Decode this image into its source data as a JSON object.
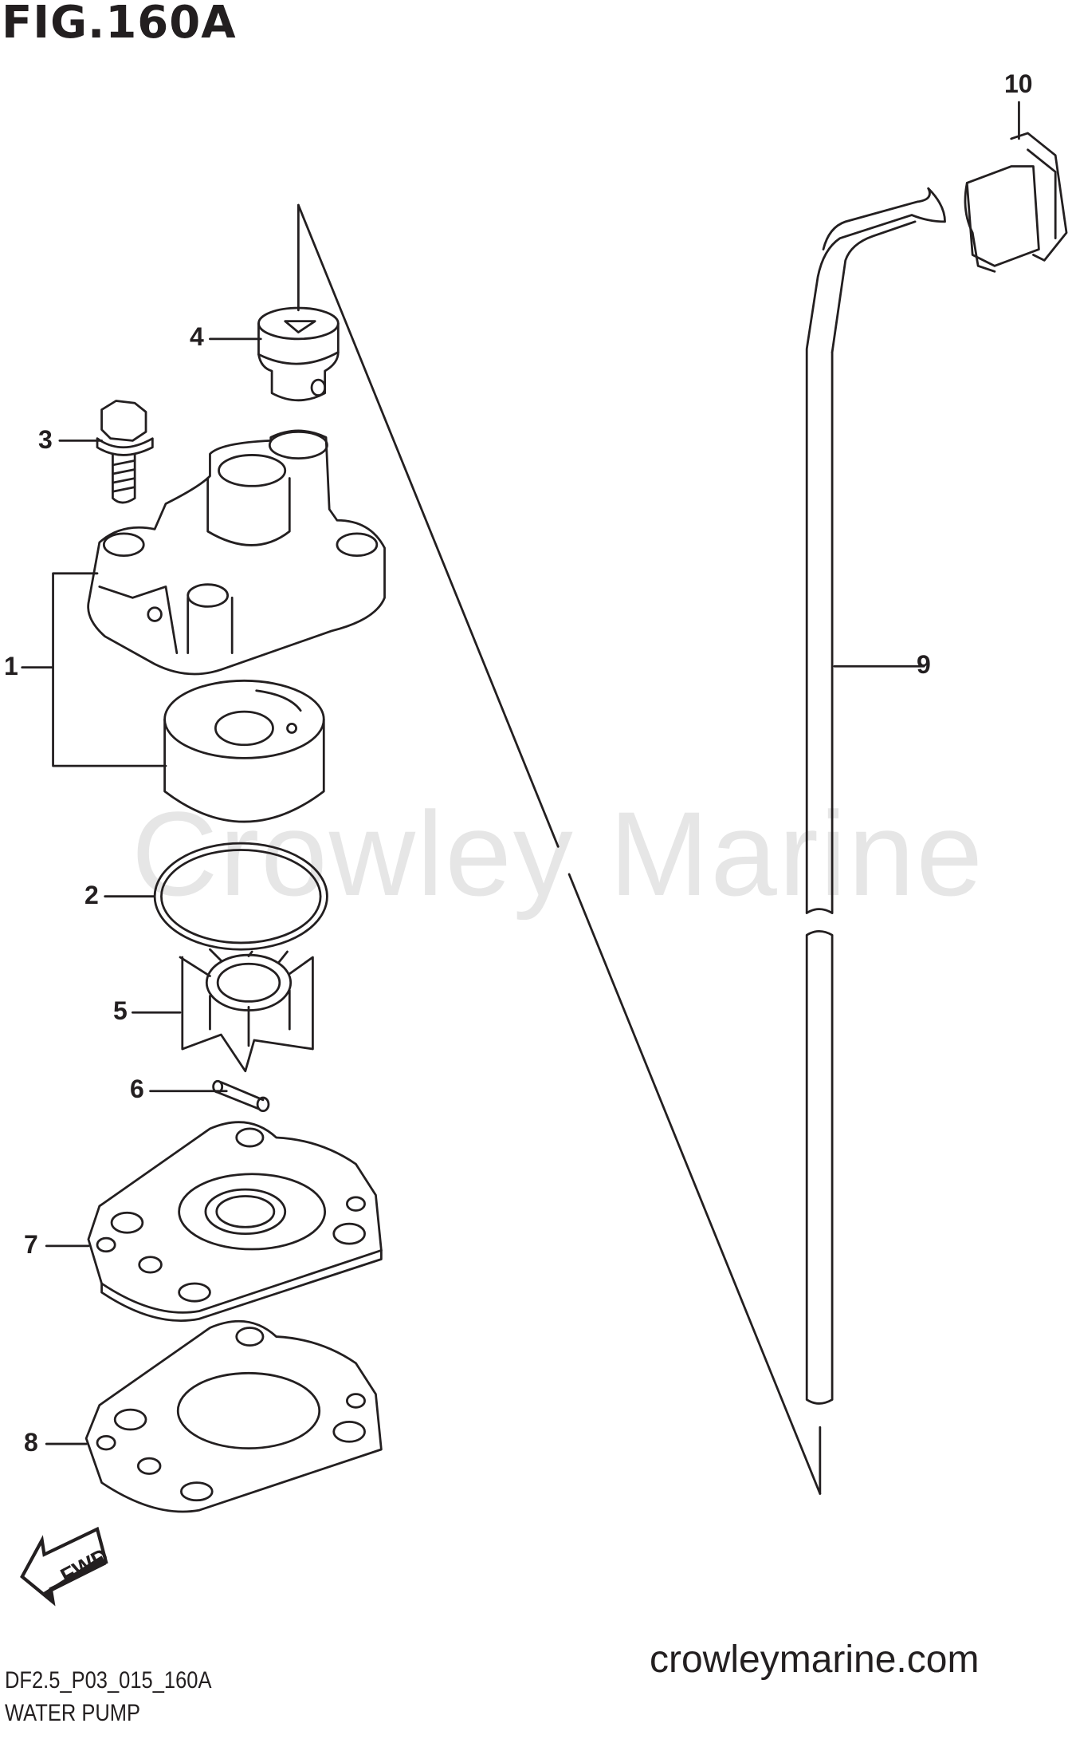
{
  "figure": {
    "title": "FIG.160A",
    "code": "DF2.5_P03_015_160A",
    "name": "WATER PUMP"
  },
  "watermark": "Crowley Marine",
  "website": "crowleymarine.com",
  "fwd_label": "FWD",
  "callouts": [
    "1",
    "2",
    "3",
    "4",
    "5",
    "6",
    "7",
    "8",
    "9",
    "10"
  ],
  "colors": {
    "ink": "#231f20",
    "watermark": "#e6e6e6"
  }
}
